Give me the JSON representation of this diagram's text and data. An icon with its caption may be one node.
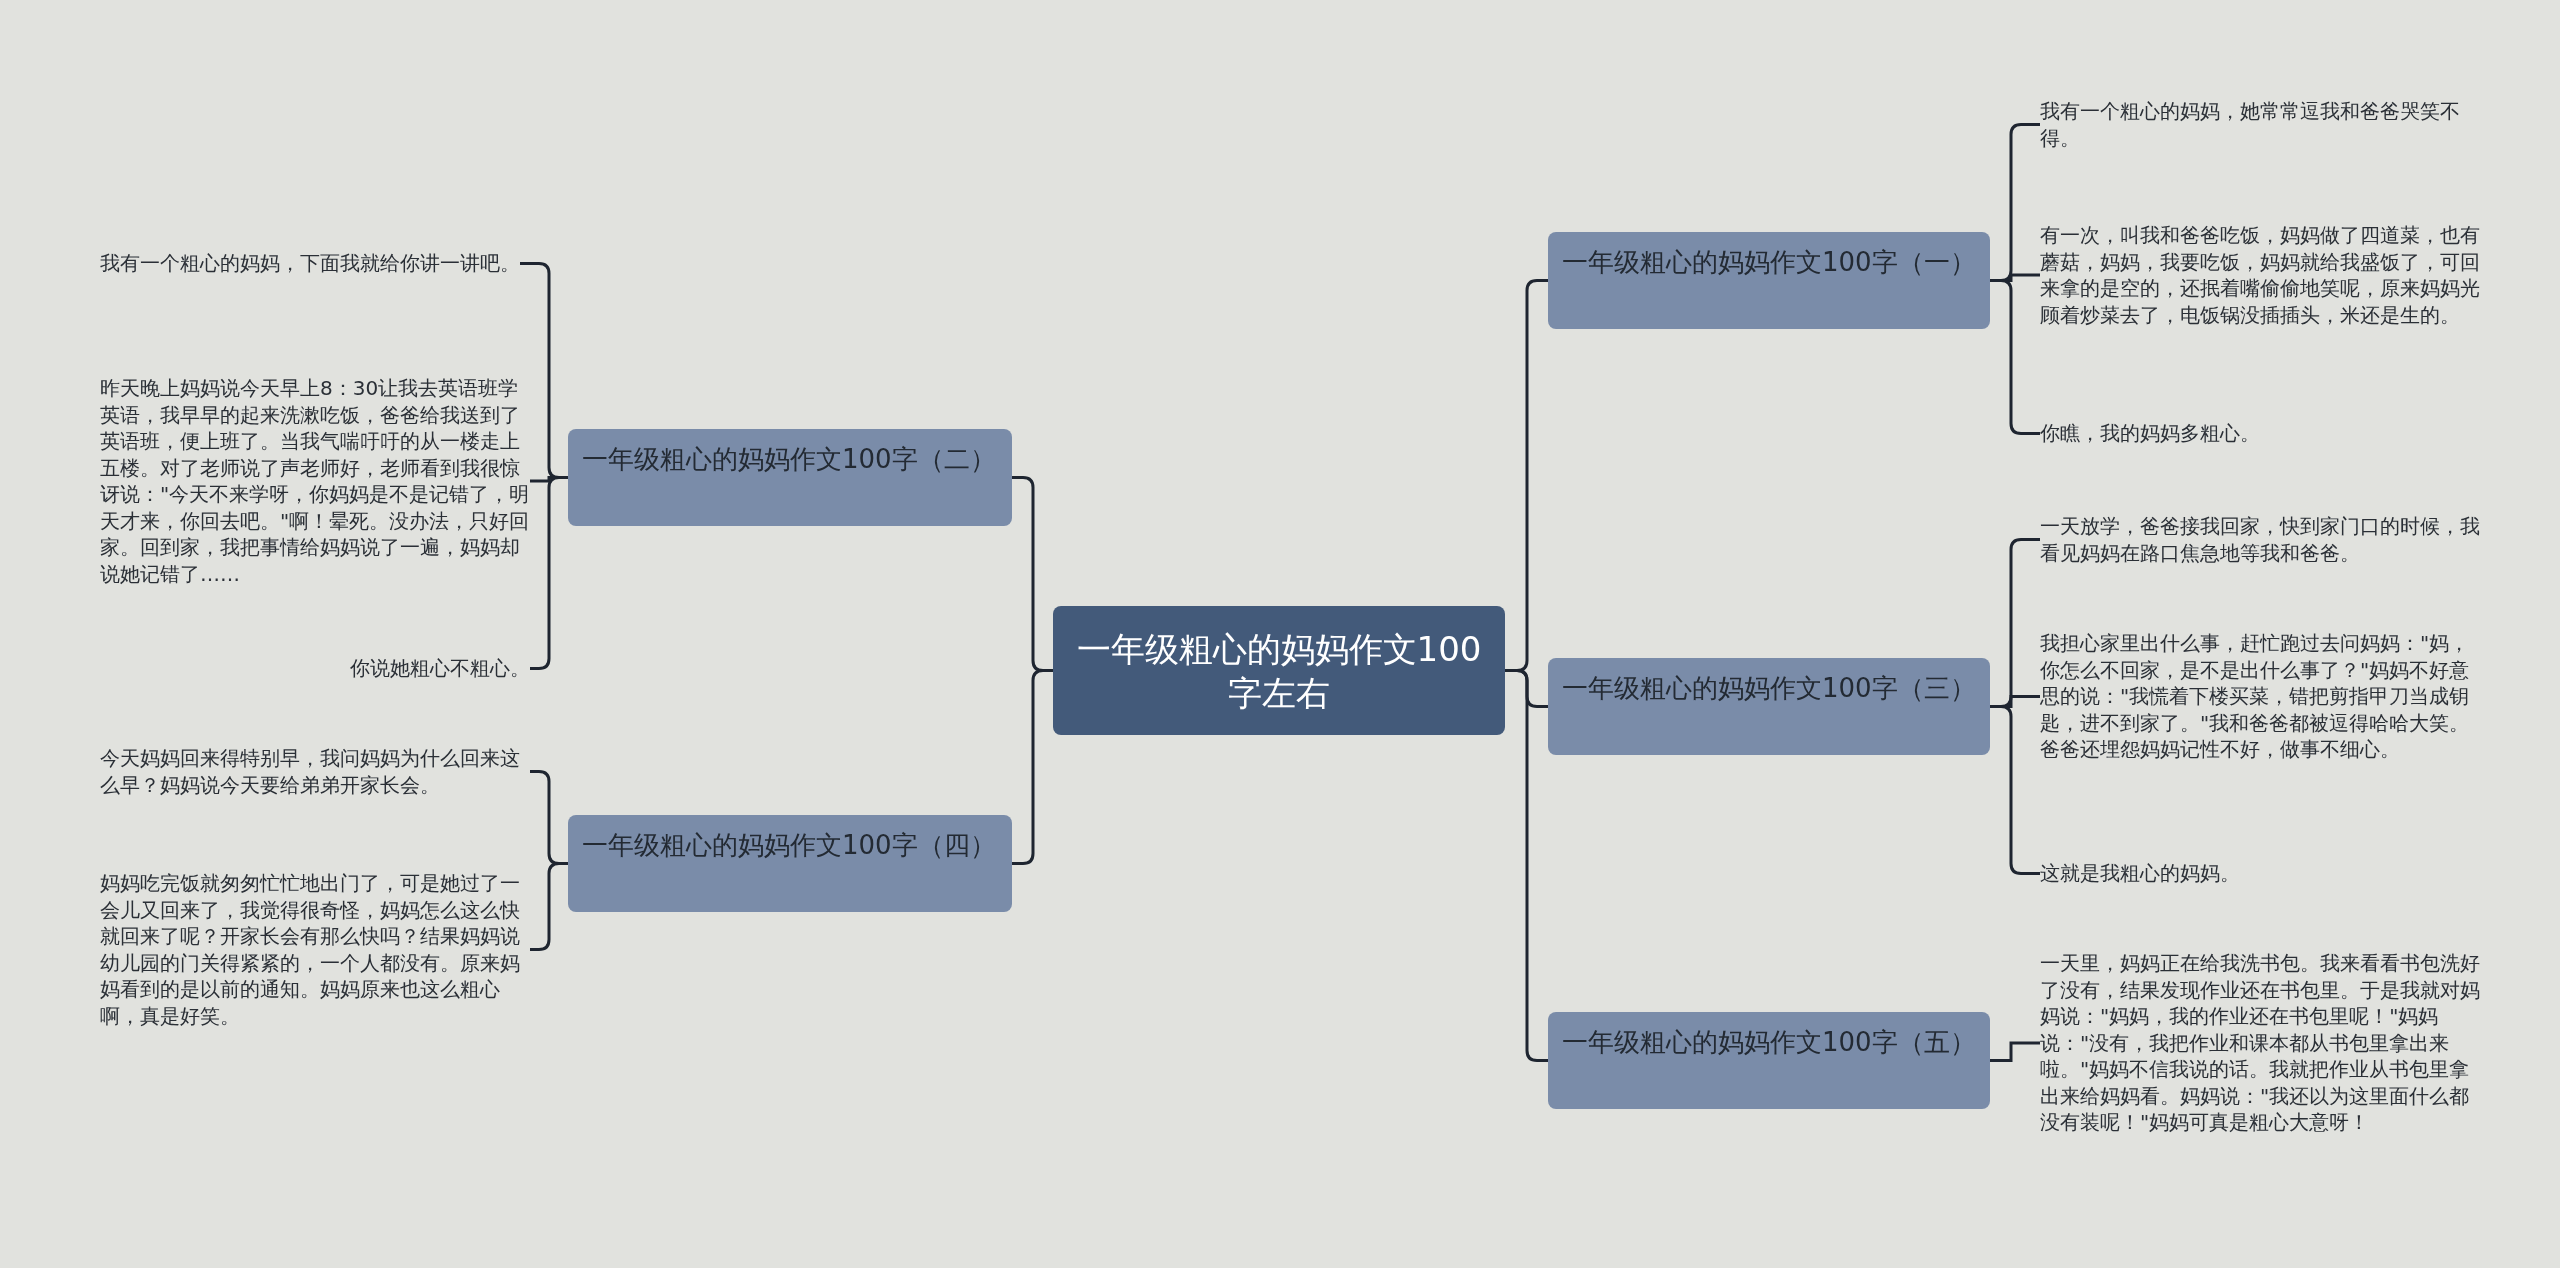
{
  "diagram": {
    "nodes": [
      {
        "text": [
          "一年级粗心的妈妈作文100字左右"
        ]
      },
      {
        "text": [
          "一年级粗心的妈妈作文100字（二）"
        ]
      },
      {
        "text": [
          "我有一个粗心的妈妈，下面我就给你讲一讲吧。"
        ]
      },
      {
        "text": [
          "昨天晚上妈妈说今天早上8：30让我去英语班学英语，我早早的起来洗漱吃饭，爸爸给我送到了英语班，便上班了。当我气喘吁吁的从一楼走上五楼。对了老师说了声老师好，老师看到我很惊讶说：\"今天不来学呀，你妈妈是不是记错了，明天才来，你回去吧。\"啊！晕死。没办法，只好回家。回到家，我把事情给妈妈说了一遍，妈妈却说她记错了……"
        ]
      },
      {
        "text": [
          "你说她粗心不粗心。"
        ]
      },
      {
        "text": [
          "一年级粗心的妈妈作文100字（四）"
        ]
      },
      {
        "text": [
          "今天妈妈回来得特别早，我问妈妈为什么回来这么早？妈妈说今天要给弟弟开家长会。"
        ]
      },
      {
        "text": [
          "妈妈吃完饭就匆匆忙忙地出门了，可是她过了一会儿又回来了，我觉得很奇怪，妈妈怎么这么快就回来了呢？开家长会有那么快吗？结果妈妈说幼儿园的门关得紧紧的，一个人都没有。原来妈妈看到的是以前的通知。妈妈原来也这么粗心啊，真是好笑。"
        ]
      },
      {
        "text": [
          "一年级粗心的妈妈作文100字（一）"
        ]
      },
      {
        "text": [
          "我有一个粗心的妈妈，她常常逗我和爸爸哭笑不得。"
        ]
      },
      {
        "text": [
          "有一次，叫我和爸爸吃饭，妈妈做了四道菜，也有蘑菇，妈妈，我要吃饭，妈妈就给我盛饭了，可回来拿的是空的，还抿着嘴偷偷地笑呢，原来妈妈光顾着炒菜去了，电饭锅没插插头，米还是生的。"
        ]
      },
      {
        "text": [
          "你瞧，我的妈妈多粗心。"
        ]
      },
      {
        "text": [
          "一年级粗心的妈妈作文100字（三）"
        ]
      },
      {
        "text": [
          "一天放学，爸爸接我回家，快到家门口的时候，我看见妈妈在路口焦急地等我和爸爸。"
        ]
      },
      {
        "text": [
          "我担心家里出什么事，赶忙跑过去问妈妈：\"妈，你怎么不回家，是不是出什么事了？\"妈妈不好意思的说：\"我慌着下楼买菜，错把剪指甲刀当成钥匙，进不到家了。\"我和爸爸都被逗得哈哈大笑。爸爸还埋怨妈妈记性不好，做事不细心。"
        ]
      },
      {
        "text": [
          "这就是我粗心的妈妈。"
        ]
      },
      {
        "text": [
          "一年级粗心的妈妈作文100字（五）"
        ]
      },
      {
        "text": [
          "一天里，妈妈正在给我洗书包。我来看看书包洗好了没有，结果发现作业还在书包里。于是我就对妈妈说：\"妈妈，我的作业还在书包里呢！\"妈妈说：\"没有，我把作业和课本都从书包里拿出来啦。\"妈妈不信我说的话。我就把作业从书包里拿出来给妈妈看。妈妈说：\"我还以为这里面什么都没有装呢！\"妈妈可真是粗心大意呀！"
        ]
      }
    ],
    "edges": [
      {
        "from": 0,
        "to": 1,
        "arrow": "none"
      },
      {
        "from": 0,
        "to": 5,
        "arrow": "none"
      },
      {
        "from": 0,
        "to": 8,
        "arrow": "none"
      },
      {
        "from": 0,
        "to": 12,
        "arrow": "none"
      },
      {
        "from": 0,
        "to": 16,
        "arrow": "none"
      },
      {
        "from": 1,
        "to": 2,
        "arrow": "none"
      },
      {
        "from": 1,
        "to": 3,
        "arrow": "none"
      },
      {
        "from": 1,
        "to": 4,
        "arrow": "none"
      },
      {
        "from": 5,
        "to": 6,
        "arrow": "none"
      },
      {
        "from": 5,
        "to": 7,
        "arrow": "none"
      },
      {
        "from": 8,
        "to": 9,
        "arrow": "none"
      },
      {
        "from": 8,
        "to": 10,
        "arrow": "none"
      },
      {
        "from": 8,
        "to": 11,
        "arrow": "none"
      },
      {
        "from": 12,
        "to": 13,
        "arrow": "none"
      },
      {
        "from": 12,
        "to": 14,
        "arrow": "none"
      },
      {
        "from": 12,
        "to": 15,
        "arrow": "none"
      },
      {
        "from": 16,
        "to": 17,
        "arrow": "none"
      }
    ]
  }
}
